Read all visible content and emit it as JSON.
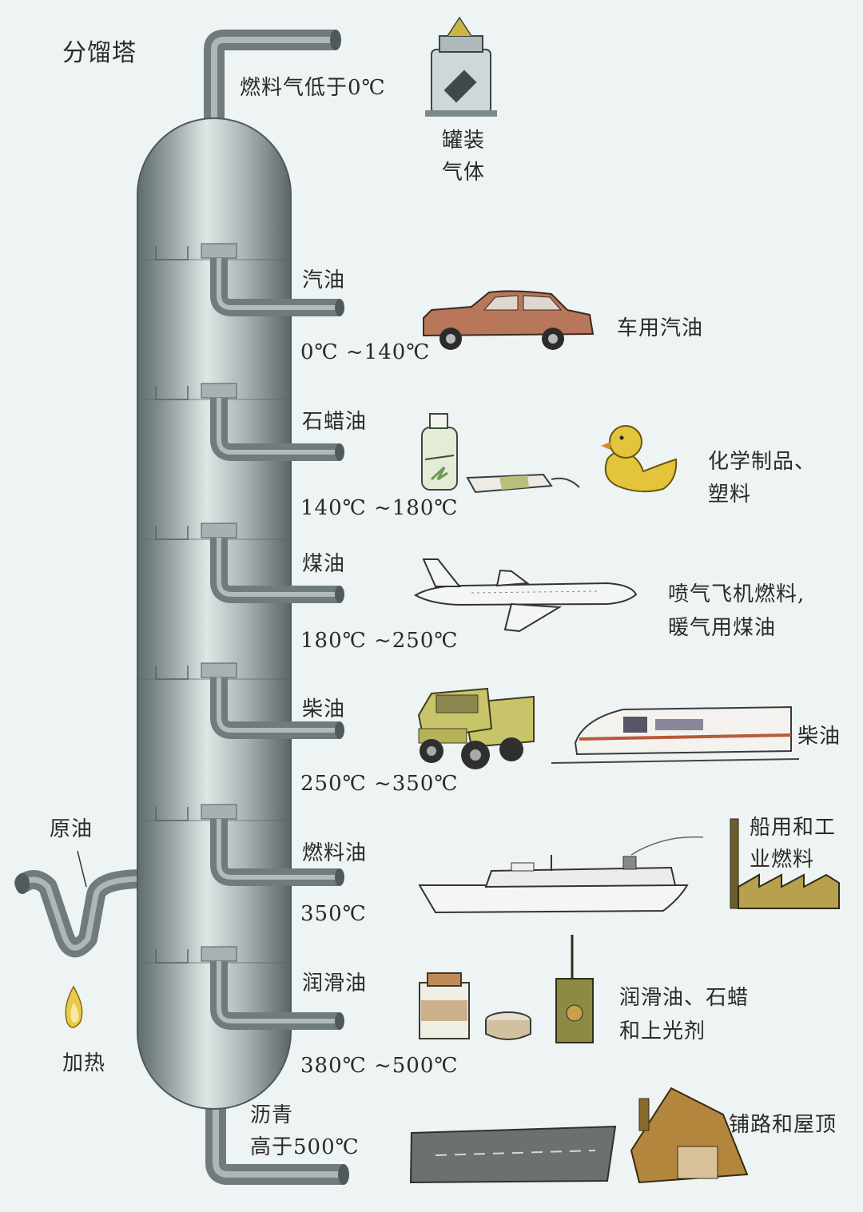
{
  "title": "分馏塔",
  "crude_oil_label": "原油",
  "heating_label": "加热",
  "top_product": {
    "name": "燃料气低于0℃",
    "use_line1": "罐装",
    "use_line2": "气体"
  },
  "fractions": [
    {
      "name": "汽油",
      "range": "0℃ ~140℃",
      "use_line1": "车用汽油",
      "use_line2": ""
    },
    {
      "name": "石蜡油",
      "range": "140℃ ~180℃",
      "use_line1": "化学制品、",
      "use_line2": "塑料"
    },
    {
      "name": "煤油",
      "range": "180℃ ~250℃",
      "use_line1": "喷气飞机燃料,",
      "use_line2": "暖气用煤油"
    },
    {
      "name": "柴油",
      "range": "250℃ ~350℃",
      "use_line1": "柴油",
      "use_line2": ""
    },
    {
      "name": "燃料油",
      "range": "350℃",
      "use_line1": "船用和工",
      "use_line2": "业燃料"
    },
    {
      "name": "润滑油",
      "range": "380℃ ~500℃",
      "use_line1": "润滑油、石蜡",
      "use_line2": "和上光剂"
    }
  ],
  "bottom_product": {
    "name_line1": "沥青",
    "name_line2": "高于500℃",
    "use_line1": "铺路和屋顶"
  },
  "icons": [
    "gas-canister-icon",
    "car-icon",
    "bottle-icon",
    "tube-icon",
    "duck-icon",
    "airplane-icon",
    "truck-icon",
    "train-icon",
    "ship-icon",
    "factory-icon",
    "jar-icon",
    "tin-icon",
    "box-icon",
    "flame-icon",
    "road-icon",
    "house-icon"
  ],
  "colors": {
    "tower": "#8d9898",
    "pipe": "#7e8b8d",
    "background": "#eef3f4",
    "car": "#b8765a",
    "duck": "#e3c43a",
    "truck": "#c8c46a",
    "factory": "#b7a04e"
  }
}
